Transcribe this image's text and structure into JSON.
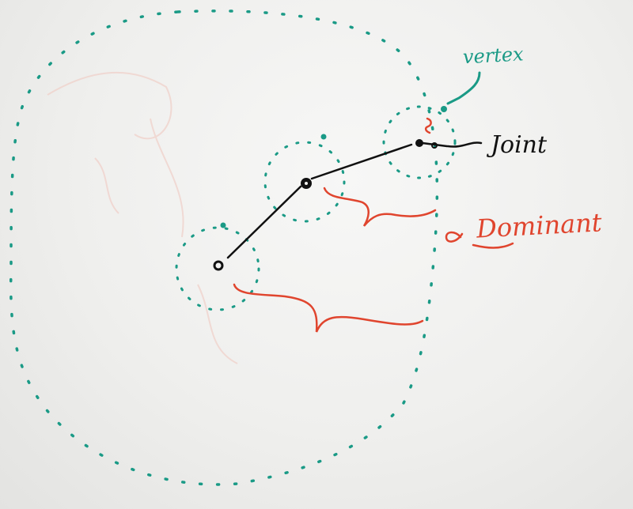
{
  "labels": {
    "vertex": "vertex",
    "joint": "Joint",
    "dominant": "Dominant"
  },
  "colors": {
    "board": "#f2f2f0",
    "influence_dots": "#1a9a86",
    "bone_ink": "#111111",
    "brace_red": "#e0452e",
    "ghost_red": "#f2c9c0"
  }
}
